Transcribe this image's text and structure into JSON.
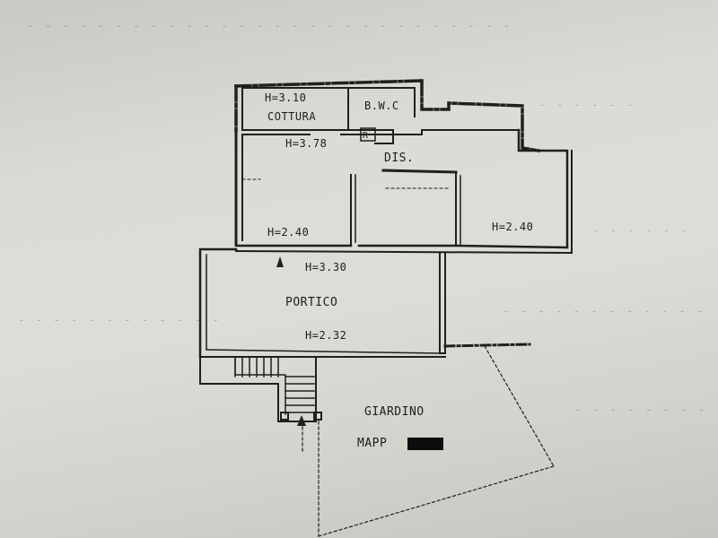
{
  "labels": {
    "cottura_height": "H=3.10",
    "cottura": "COTTURA",
    "bwc": "B.W.C",
    "r_mark": "R",
    "hall_height": "H=3.78",
    "dis": "DIS.",
    "left_room_height": "H=2.40",
    "right_room_height": "H=2.40",
    "entry_mark": "A",
    "portico_height_top": "H=3.30",
    "portico": "PORTICO",
    "portico_height_bottom": "H=2.32",
    "giardino": "GIARDINO",
    "mapp": "MAPP"
  },
  "colors": {
    "ink": "#1d1d1d",
    "paper": "#dcdbd5",
    "redaction": "#0d0d0d"
  }
}
